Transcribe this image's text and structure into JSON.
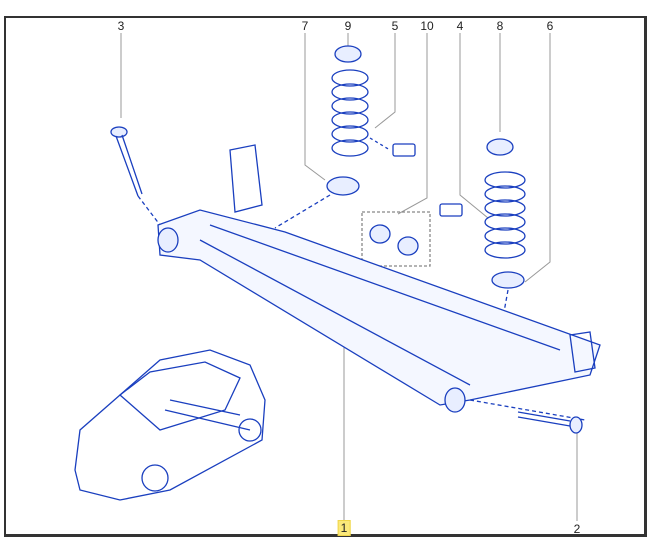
{
  "diagram": {
    "callouts": [
      {
        "id": "3",
        "label": "3"
      },
      {
        "id": "7",
        "label": "7"
      },
      {
        "id": "9",
        "label": "9"
      },
      {
        "id": "5",
        "label": "5"
      },
      {
        "id": "10",
        "label": "10"
      },
      {
        "id": "4",
        "label": "4"
      },
      {
        "id": "8",
        "label": "8"
      },
      {
        "id": "6",
        "label": "6"
      },
      {
        "id": "1",
        "label": "1",
        "highlighted": true
      },
      {
        "id": "2",
        "label": "2"
      }
    ],
    "colors": {
      "line": "#1a3fbf",
      "highlight": "#fbe97a",
      "leader": "#888888"
    }
  }
}
